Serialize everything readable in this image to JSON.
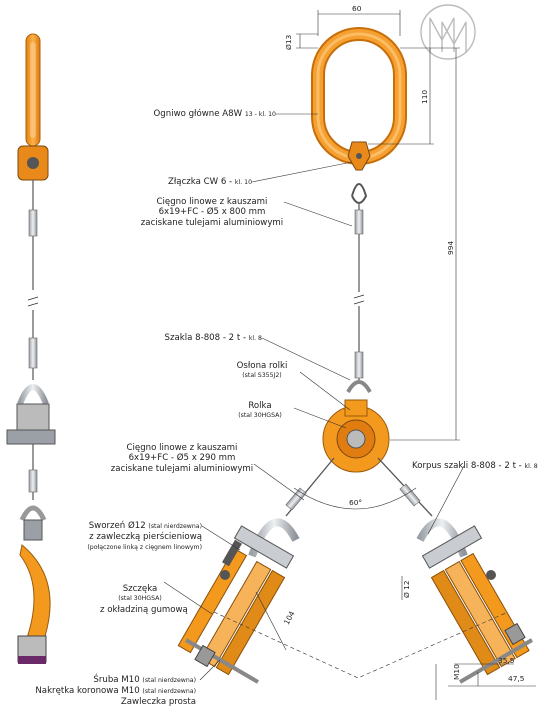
{
  "labels": {
    "master_link": {
      "main": "Ogniwo główne A8W",
      "spec": "13 - kl. 10"
    },
    "connector": {
      "main": "Złączka CW 6 -",
      "spec": "kl. 10"
    },
    "rope_long": [
      "Cięgno linowe z kauszami",
      "6x19+FC - Ø5 x 800 mm",
      "zaciskane tulejami aluminiowymi"
    ],
    "shackle_top": {
      "main": "Szakla 8-808 - 2 t -",
      "spec": "kl. 8"
    },
    "roller_cover": {
      "main": "Osłona rolki",
      "material": "(stal S355J2)"
    },
    "roller": {
      "main": "Rolka",
      "material": "(stal 30HGSA)"
    },
    "rope_short": [
      "Cięgno linowe z kauszami",
      "6x19+FC - Ø5 x 290 mm",
      "zaciskane tulejami aluminiowymi"
    ],
    "shackle_body": {
      "main": "Korpus szakli 8-808 - 2 t -",
      "spec": "kl. 8"
    },
    "pin": {
      "main": "Sworzeń Ø12",
      "material": "(stal nierdzewna)",
      "line2": "z zawleczką pierścieniową",
      "line3": "(połączone linką z cięgnem linowym)"
    },
    "jaw": {
      "main": "Szczęka",
      "material": "(stal 30HGSA)",
      "line3": "z okładziną gumową"
    },
    "bolt": {
      "main": "Śruba M10",
      "material": "(stal nierdzewna)"
    },
    "nut": {
      "main": "Nakrętka koronowa M10",
      "material": "(stal nierdzewna)"
    },
    "split_pin": {
      "main": "Zawleczka prosta"
    }
  },
  "dimensions": {
    "link_width": "60",
    "link_wire": "Ø13",
    "link_length": "110",
    "total_height": "994",
    "angle": "60°",
    "jaw_length": "104",
    "pin_dia": "Ø 12",
    "bolt_m10": "M10",
    "w1": "35,5",
    "w2": "47,5"
  },
  "colors": {
    "orange": "#F39A1E",
    "orange_dark": "#C06A08",
    "steel": "#C9CDD2",
    "steel_dark": "#6E747A",
    "line": "#333333",
    "logo": "#BBBBBB"
  },
  "icons": {
    "logo": "mm-logo-icon"
  }
}
